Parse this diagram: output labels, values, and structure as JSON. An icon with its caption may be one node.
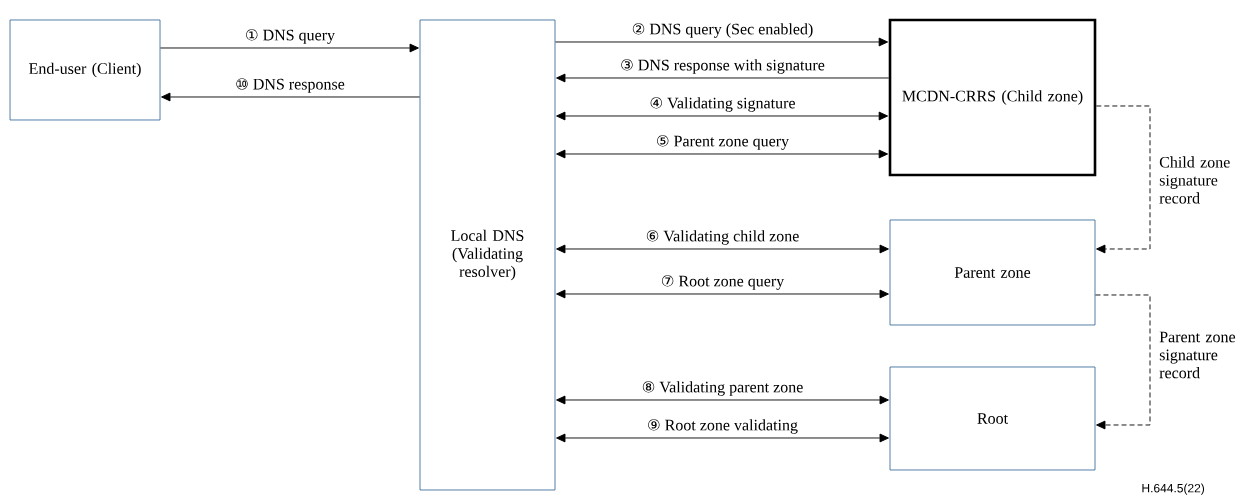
{
  "diagram": {
    "nodes": [
      {
        "text": [
          "End-user (Client)"
        ]
      },
      {
        "text": [
          "Local DNS (Validating resolver)"
        ]
      },
      {
        "text": [
          "MCDN-CRRS (Child zone)"
        ]
      },
      {
        "text": [
          "Parent zone"
        ]
      },
      {
        "text": [
          "Root"
        ]
      }
    ],
    "edges": [
      {
        "from": 0,
        "to": 1,
        "arrow": "to",
        "label": "① DNS query"
      },
      {
        "from": 1,
        "to": 2,
        "arrow": "to",
        "label": "② DNS query (Sec enabled)"
      },
      {
        "from": 2,
        "to": 1,
        "arrow": "to",
        "label": "③ DNS response with signature"
      },
      {
        "from": 1,
        "to": 2,
        "arrow": "both",
        "label": "④ Validating signature"
      },
      {
        "from": 1,
        "to": 2,
        "arrow": "both",
        "label": "⑤ Parent zone query"
      },
      {
        "from": 1,
        "to": 3,
        "arrow": "both",
        "label": "⑥ Validating child zone"
      },
      {
        "from": 1,
        "to": 3,
        "arrow": "both",
        "label": "⑦ Root zone query"
      },
      {
        "from": 1,
        "to": 4,
        "arrow": "both",
        "label": "⑧ Validating parent zone"
      },
      {
        "from": 1,
        "to": 4,
        "arrow": "both",
        "label": "⑨ Root zone validating"
      },
      {
        "from": 1,
        "to": 0,
        "arrow": "to",
        "label": "⑩ DNS response"
      },
      {
        "from": 2,
        "to": 3,
        "arrow": "to",
        "style": "dashed",
        "label": "Child zone signature record"
      },
      {
        "from": 3,
        "to": 4,
        "arrow": "to",
        "style": "dashed",
        "label": "Parent zone signature record"
      }
    ],
    "labels": [
      "H.644.5(22)"
    ]
  }
}
